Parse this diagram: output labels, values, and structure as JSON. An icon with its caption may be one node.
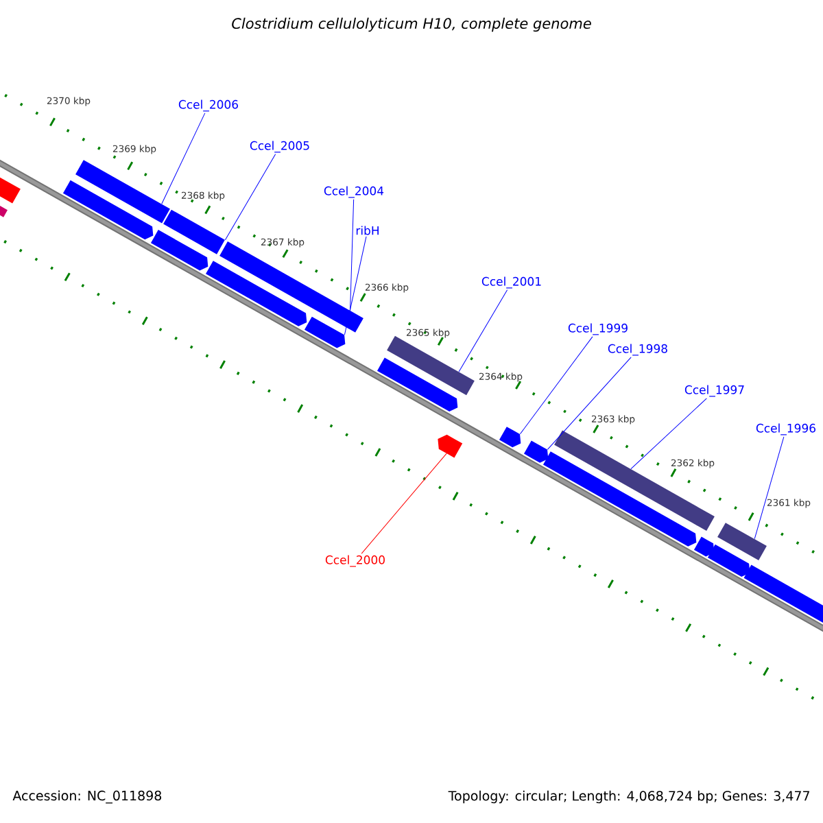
{
  "diagram": {
    "title": "Clostridium cellulolyticum H10, complete genome",
    "nodes": [
      {
        "text": [],
        "shape": "bar"
      },
      {
        "text": [],
        "shape": "bar"
      },
      {
        "text": [],
        "shape": "bar"
      },
      {
        "text": [],
        "shape": "bar"
      },
      {
        "text": [],
        "shape": "bar"
      },
      {
        "text": [],
        "shape": "pentagon"
      },
      {
        "text": [],
        "shape": "pentagon"
      },
      {
        "text": [],
        "shape": "pentagon"
      },
      {
        "text": [],
        "shape": "pentagon"
      },
      {
        "text": [],
        "shape": "bar"
      },
      {
        "text": [],
        "shape": "pentagon"
      },
      {
        "text": [],
        "shape": "pentagon"
      },
      {
        "text": [],
        "shape": "pentagon"
      },
      {
        "text": [],
        "shape": "pentagon"
      },
      {
        "text": [],
        "shape": "bar"
      },
      {
        "text": [],
        "shape": "pentagon"
      },
      {
        "text": [],
        "shape": "pentagon"
      },
      {
        "text": [],
        "shape": "bar"
      },
      {
        "text": [],
        "shape": "pentagon"
      },
      {
        "text": [],
        "shape": "bar"
      },
      {
        "text": [
          "Ccel_2006"
        ]
      },
      {
        "text": [
          "Ccel_2005"
        ]
      },
      {
        "text": [
          "Ccel_2004"
        ]
      },
      {
        "text": [
          "ribH"
        ]
      },
      {
        "text": [
          "Ccel_2001"
        ]
      },
      {
        "text": [
          "Ccel_1999"
        ]
      },
      {
        "text": [
          "Ccel_1998"
        ]
      },
      {
        "text": [
          "Ccel_1997"
        ]
      },
      {
        "text": [
          "Ccel_1996"
        ]
      },
      {
        "text": [
          "Ccel_2000"
        ]
      }
    ],
    "edges": [
      {
        "from": 20,
        "to": 2,
        "arrow": "none"
      },
      {
        "from": 21,
        "to": 3,
        "arrow": "none"
      },
      {
        "from": 22,
        "to": 4,
        "arrow": "none"
      },
      {
        "from": 23,
        "to": 8,
        "arrow": "none"
      },
      {
        "from": 24,
        "to": 9,
        "arrow": "none"
      },
      {
        "from": 25,
        "to": 12,
        "arrow": "none"
      },
      {
        "from": 26,
        "to": 13,
        "arrow": "none"
      },
      {
        "from": 27,
        "to": 14,
        "arrow": "none"
      },
      {
        "from": 28,
        "to": 17,
        "arrow": "none"
      },
      {
        "from": 29,
        "to": 11,
        "arrow": "none",
        "color": "#ff0000"
      }
    ],
    "labels": [
      "2370 kbp",
      "2369 kbp",
      "2368 kbp",
      "2367 kbp",
      "2366 kbp",
      "2365 kbp",
      "2364 kbp",
      "2363 kbp",
      "2362 kbp",
      "2361 kbp",
      "Accession: NC_011898",
      "Topology: circular; Length: 4,068,724 bp; Genes: 3,477"
    ]
  }
}
